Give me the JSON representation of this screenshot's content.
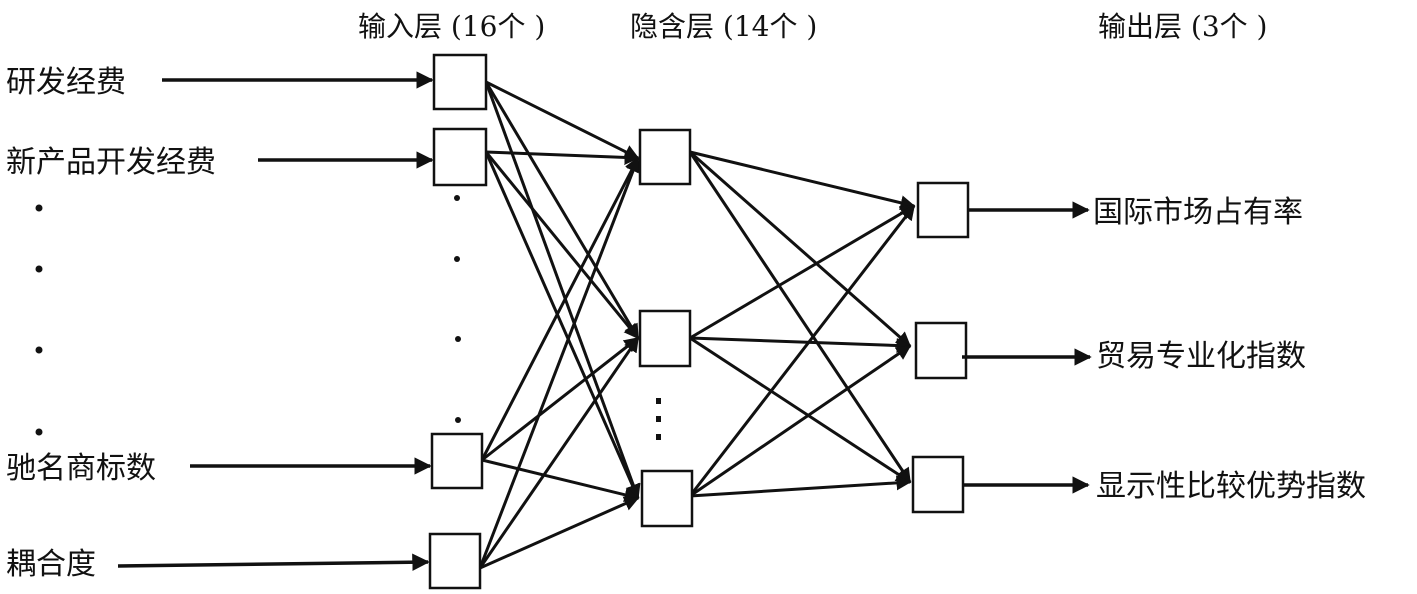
{
  "layers": {
    "input_header": "输入层 (16个 )",
    "hidden_header": "隐含层 (14个 )",
    "output_header": "输出层 (3个 )"
  },
  "inputs": [
    "研发经费",
    "新产品开发经费",
    "驰名商标数",
    "耦合度"
  ],
  "outputs": [
    "国际市场占有率",
    "贸易专业化指数",
    "显示性比较优势指数"
  ]
}
